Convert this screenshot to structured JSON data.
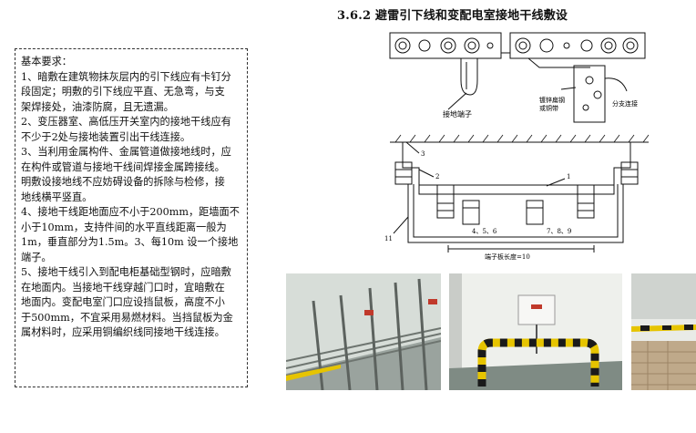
{
  "section_title": "3.6.2 避雷引下线和变配电室接地干线敷设",
  "requirements": {
    "heading": "基本要求：",
    "lines": [
      "1、暗敷在建筑物抹灰层内的引下线应有卡钉分",
      "段固定；明敷的引下线应平直、无急弯，与支",
      "架焊接处，油漆防腐，且无遗漏。",
      "2、变压器室、高低压开关室内的接地干线应有",
      "不少于2处与接地装置引出干线连接。",
      "3、当利用金属构件、金属管道做接地线时，应",
      "在构件或管道与接地干线间焊接金属跨接线。",
      "明敷设接地线不应妨碍设备的拆除与检修，接",
      "地线横平竖直。",
      "4、接地干线距地面应不小于200mm，距墙面不",
      "小于10mm，支持件间的水平直线距离一般为",
      "1m，垂直部分为1.5m。3、每10m 设一个接地",
      "端子。",
      "5、接地干线引入到配电柜基础型钢时，应暗敷",
      "在地面内。当接地干线穿越门口时，宜暗敷在",
      "地面内。变配电室门口应设挡鼠板，高度不小",
      "于500mm，不宜采用易燃材料。当挡鼠板为金",
      "属材料时，应采用铜编织线同接地干线连接。"
    ]
  },
  "diagram_labels": {
    "terminal": "接地端子",
    "braid_line1": "镀锌扁钢",
    "braid_line2": "或铜带",
    "branch": "分支连接",
    "n1": "1",
    "n2": "2",
    "n3": "3",
    "n4": "4、5、6",
    "n7": "7、8、9",
    "n11": "11",
    "plate_length": "端子板长度=10"
  },
  "colors": {
    "stripe_yellow": "#e6c400",
    "stripe_black": "#1a1a1a",
    "wall": "#eef0ec",
    "floor": "#7f8b84"
  }
}
